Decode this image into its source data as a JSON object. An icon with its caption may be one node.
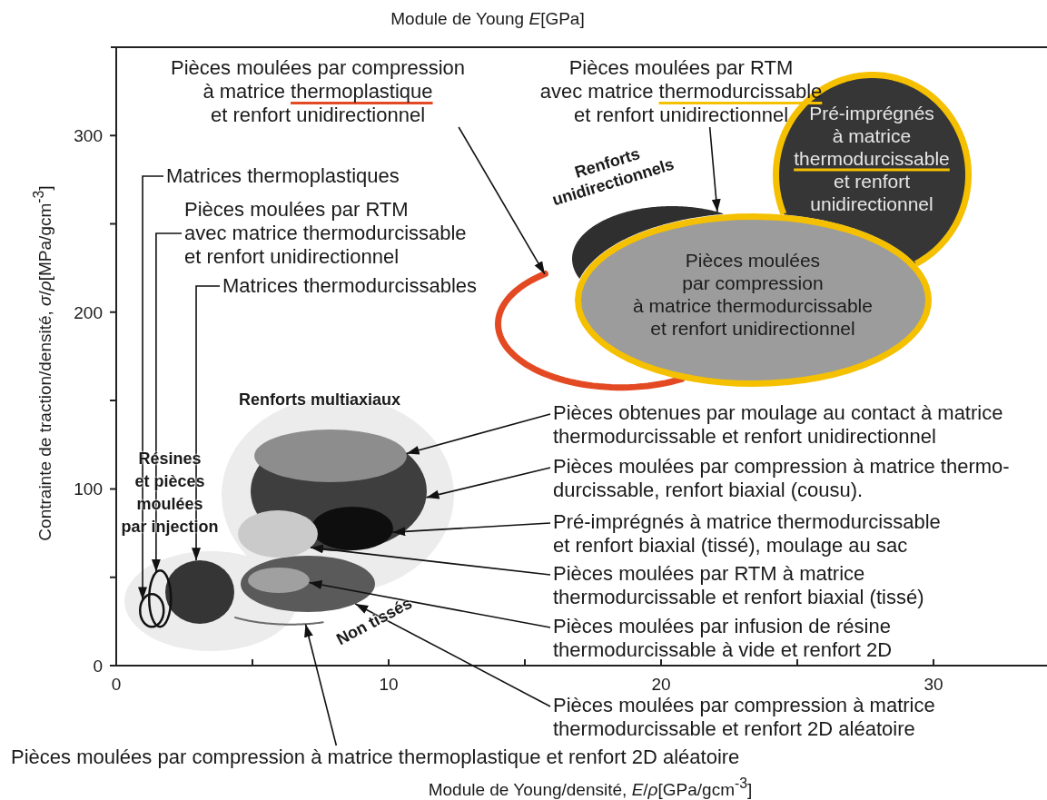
{
  "diagram": {
    "nodes": [
      {
        "text": [
          "Pièces moulées par compression à matrice thermoplastique et renfort unidirectionnel"
        ]
      },
      {
        "text": [
          "Pièces moulées par RTM avec matrice thermodurcissable et renfort unidirectionnel"
        ]
      },
      {
        "text": [
          "Matrices thermoplastiques"
        ]
      },
      {
        "text": [
          "Pièces moulées par RTM avec matrice thermodurcissable et renfort unidirectionnel"
        ]
      },
      {
        "text": [
          "Matrices thermodurcissables"
        ]
      },
      {
        "text": [
          "Pièces obtenues par moulage au contact à matrice thermodurcissable et renfort unidirectionnel"
        ]
      },
      {
        "text": [
          "Pièces moulées par compression à matrice thermo- durcissable, renfort biaxial (cousu)."
        ]
      },
      {
        "text": [
          "Pré-imprégnés à matrice thermodurcissable et renfort biaxial (tissé), moulage au sac"
        ]
      },
      {
        "text": [
          "Pièces moulées par RTM à matrice thermodurcissable et renfort biaxial (tissé)"
        ]
      },
      {
        "text": [
          "Pièces moulées par infusion de résine thermodurcissable à vide et renfort 2D"
        ]
      },
      {
        "text": [
          "Pièces moulées par compression à matrice thermodurcissable et renfort 2D aléatoire"
        ]
      },
      {
        "text": [
          "Pièces moulées par compression à matrice thermoplastique et renfort 2D aléatoire"
        ]
      },
      {
        "text": [],
        "shape": "ellipse"
      },
      {
        "text": [],
        "shape": "ellipse"
      },
      {
        "text": [
          "Pré-imprégnés à matrice thermodurcissable et renfort unidirectionnel"
        ]
      },
      {
        "text": [
          "Pièces moulées par compression à matrice thermodurcissable et renfort unidirectionnel"
        ]
      },
      {
        "text": [],
        "shape": "ellipse",
        "in": 17
      },
      {
        "text": [],
        "shape": "ellipse"
      },
      {
        "text": [],
        "shape": "ellipse",
        "in": 17
      },
      {
        "text": [],
        "shape": "ellipse"
      },
      {
        "text": [],
        "shape": "ellipse"
      },
      {
        "text": [],
        "shape": "ellipse",
        "in": 20
      },
      {
        "text": [],
        "shape": "ellipse"
      },
      {
        "text": [],
        "shape": "ellipse"
      },
      {
        "text": [],
        "shape": "ellipse"
      },
      {
        "text": [],
        "shape": "ellipse"
      }
    ],
    "edges": [
      {
        "from": 0,
        "to": 12,
        "arrow": "to"
      },
      {
        "from": 1,
        "to": 13,
        "arrow": "to"
      },
      {
        "from": 2,
        "to": 24,
        "arrow": "to"
      },
      {
        "from": 3,
        "to": 25,
        "arrow": "to"
      },
      {
        "from": 4,
        "to": 23,
        "arrow": "to"
      },
      {
        "from": 5,
        "to": 16,
        "arrow": "to"
      },
      {
        "from": 6,
        "to": 17,
        "arrow": "to"
      },
      {
        "from": 7,
        "to": 18,
        "arrow": "to"
      },
      {
        "from": 8,
        "to": 19,
        "arrow": "to"
      },
      {
        "from": 9,
        "to": 21,
        "arrow": "to"
      },
      {
        "from": 10,
        "to": 20,
        "arrow": "to"
      },
      {
        "from": 11,
        "to": 22,
        "arrow": "to"
      }
    ],
    "labels": [
      "Module de Young *E*[GPa]",
      "300",
      "200",
      "100",
      "0",
      "Contrainte de traction/densité, *σ*/*ρ*[MPa/gcm$^{-3}$]",
      "Renforts unidirectionnels",
      "Renforts multiaxiaux",
      "Résines et pièces moulées par injection",
      "Non tissés",
      "0",
      "10",
      "20",
      "30",
      "Module de Young/densité, *E*/*ρ*[GPa/gcm$^{-3}$]"
    ]
  }
}
